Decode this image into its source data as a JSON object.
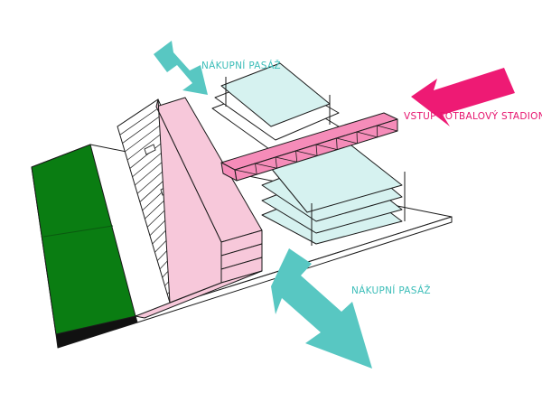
{
  "labels": {
    "passage_top": "NÁKUPNÍ PASÁŽ",
    "passage_bottom": "NÁKUPNÍ PASÁŽ",
    "stadium_entrance": "VSTUP FOTBALOVÝ STADION"
  },
  "colors": {
    "pitch": "#0a7d12",
    "stand": "#f7c8da",
    "bridge": "#f58cb9",
    "floors": "#d6f2f0",
    "arrow_teal": "#58c7c2",
    "arrow_pink": "#ee1a74",
    "outline": "#1a1a1a"
  }
}
